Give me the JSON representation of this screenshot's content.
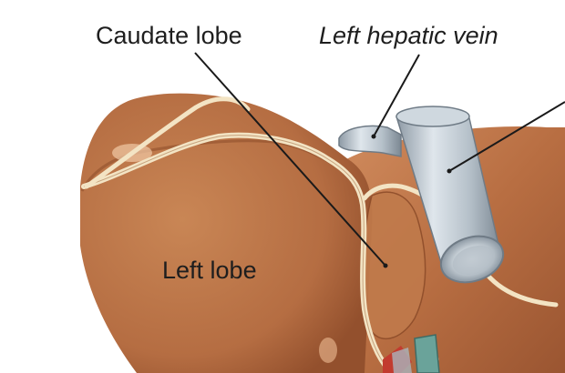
{
  "labels": {
    "caudate_lobe": "Caudate lobe",
    "left_hepatic_vein": "Left hepatic vein",
    "left_lobe": "Left lobe"
  },
  "colors": {
    "liver": "#b96f43",
    "liver_dark": "#8e4d2a",
    "liver_light": "#d79a6c",
    "ligament": "#f2e3c2",
    "vein": "#b8c3cc",
    "vein_dark": "#7f8d99"
  }
}
